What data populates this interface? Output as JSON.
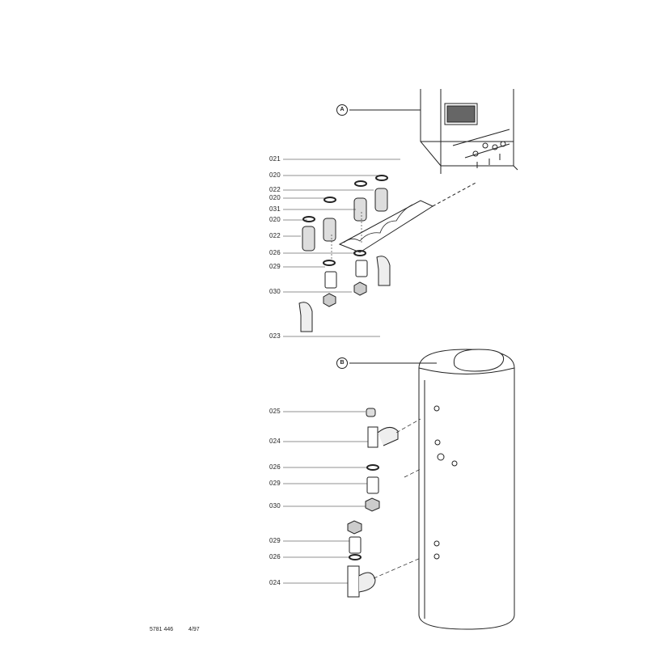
{
  "assemblies": {
    "boiler": "A",
    "cylinder": "B"
  },
  "upper_parts": [
    "021",
    "020",
    "022",
    "020",
    "031",
    "020",
    "022",
    "026",
    "029",
    "030",
    "023"
  ],
  "lower_parts": [
    "025",
    "024",
    "026",
    "029",
    "030",
    "029",
    "026",
    "024"
  ],
  "footer": {
    "doc_number": "5781 446",
    "date": "4/97"
  }
}
